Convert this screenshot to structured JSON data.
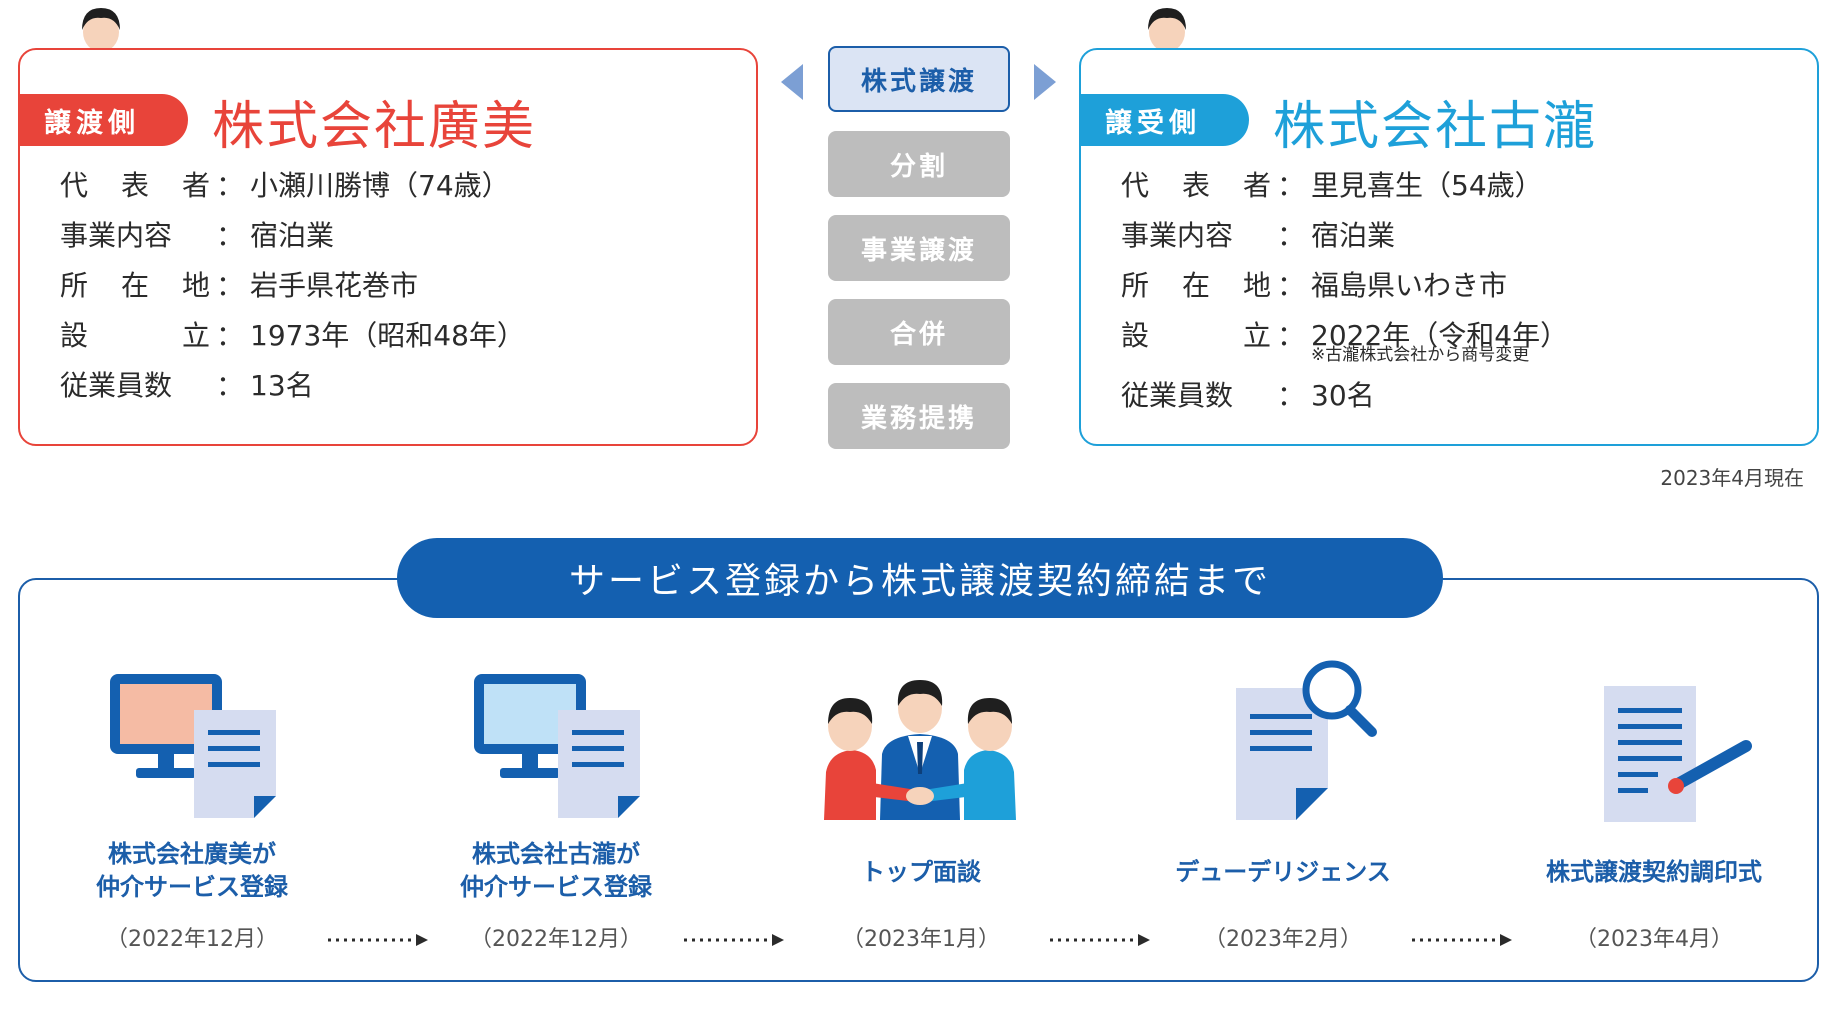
{
  "seller": {
    "role": "譲渡側",
    "name": "株式会社廣美",
    "info": [
      {
        "label": "代表者",
        "value": "小瀬川勝博（74歳）"
      },
      {
        "label": "事業内容",
        "value": "宿泊業"
      },
      {
        "label": "所在地",
        "value": "岩手県花巻市"
      },
      {
        "label": "設立",
        "value": "1973年（昭和48年）"
      },
      {
        "label": "従業員数",
        "value": "13名"
      }
    ]
  },
  "buyer": {
    "role": "譲受側",
    "name": "株式会社古瀧",
    "info": [
      {
        "label": "代表者",
        "value": "里見喜生（54歳）"
      },
      {
        "label": "事業内容",
        "value": "宿泊業"
      },
      {
        "label": "所在地",
        "value": "福島県いわき市"
      },
      {
        "label": "設立",
        "value": "2022年（令和4年）"
      },
      {
        "label": "従業員数",
        "value": "30名"
      }
    ],
    "founding_note": "※古瀧株式会社から商号変更"
  },
  "options": {
    "selected": "株式譲渡",
    "others": [
      "分割",
      "事業譲渡",
      "合併",
      "業務提携"
    ]
  },
  "as_of": "2023年4月現在",
  "timeline": {
    "title": "サービス登録から株式譲渡契約締結まで",
    "steps": [
      {
        "label": "株式会社廣美が\n仲介サービス登録",
        "date": "（2022年12月）",
        "icon": "computer-document-icon"
      },
      {
        "label": "株式会社古瀧が\n仲介サービス登録",
        "date": "（2022年12月）",
        "icon": "computer-document-icon"
      },
      {
        "label": "トップ面談",
        "date": "（2023年1月）",
        "icon": "handshake-people-icon"
      },
      {
        "label": "デューデリジェンス",
        "date": "（2023年2月）",
        "icon": "document-search-icon"
      },
      {
        "label": "株式譲渡契約調印式",
        "date": "（2023年4月）",
        "icon": "document-sign-icon"
      }
    ]
  },
  "colors": {
    "seller_red": "#e8443a",
    "buyer_blue": "#1ea0d9",
    "navy": "#1c5ea9",
    "option_gray": "#bdbdbd"
  }
}
